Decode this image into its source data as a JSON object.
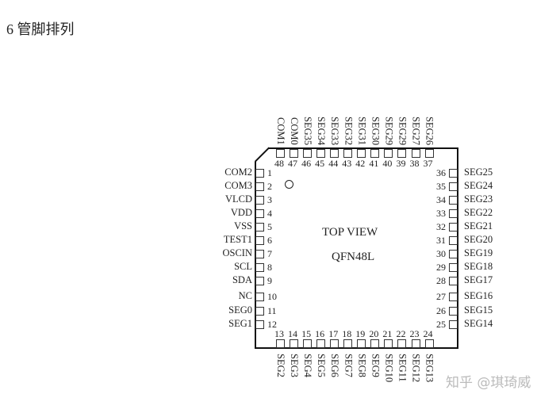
{
  "title": "6  管脚排列",
  "package": {
    "view_label": "TOP VIEW",
    "name": "QFN48L"
  },
  "pins": {
    "left": [
      {
        "num": "1",
        "name": "COM2"
      },
      {
        "num": "2",
        "name": "COM3"
      },
      {
        "num": "3",
        "name": "VLCD"
      },
      {
        "num": "4",
        "name": "VDD"
      },
      {
        "num": "5",
        "name": "VSS"
      },
      {
        "num": "6",
        "name": "TEST1"
      },
      {
        "num": "7",
        "name": "OSCIN"
      },
      {
        "num": "8",
        "name": "SCL"
      },
      {
        "num": "9",
        "name": "SDA"
      },
      {
        "num": "10",
        "name": "NC"
      },
      {
        "num": "11",
        "name": "SEG0"
      },
      {
        "num": "12",
        "name": "SEG1"
      }
    ],
    "bottom": [
      {
        "num": "13",
        "name": "SEG2"
      },
      {
        "num": "14",
        "name": "SEG3"
      },
      {
        "num": "15",
        "name": "SEG4"
      },
      {
        "num": "16",
        "name": "SEG5"
      },
      {
        "num": "17",
        "name": "SEG6"
      },
      {
        "num": "18",
        "name": "SEG7"
      },
      {
        "num": "19",
        "name": "SEG8"
      },
      {
        "num": "20",
        "name": "SEG9"
      },
      {
        "num": "21",
        "name": "SEG10"
      },
      {
        "num": "22",
        "name": "SEG11"
      },
      {
        "num": "23",
        "name": "SEG12"
      },
      {
        "num": "24",
        "name": "SEG13"
      }
    ],
    "right": [
      {
        "num": "36",
        "name": "SEG25"
      },
      {
        "num": "35",
        "name": "SEG24"
      },
      {
        "num": "34",
        "name": "SEG23"
      },
      {
        "num": "33",
        "name": "SEG22"
      },
      {
        "num": "32",
        "name": "SEG21"
      },
      {
        "num": "31",
        "name": "SEG20"
      },
      {
        "num": "30",
        "name": "SEG19"
      },
      {
        "num": "29",
        "name": "SEG18"
      },
      {
        "num": "28",
        "name": "SEG17"
      },
      {
        "num": "27",
        "name": "SEG16"
      },
      {
        "num": "26",
        "name": "SEG15"
      },
      {
        "num": "25",
        "name": "SEG14"
      }
    ],
    "top": [
      {
        "num": "48",
        "name": "COM1"
      },
      {
        "num": "47",
        "name": "COM0"
      },
      {
        "num": "46",
        "name": "SEG35"
      },
      {
        "num": "45",
        "name": "SEG34"
      },
      {
        "num": "44",
        "name": "SEG33"
      },
      {
        "num": "43",
        "name": "SEG32"
      },
      {
        "num": "42",
        "name": "SEG31"
      },
      {
        "num": "41",
        "name": "SEG30"
      },
      {
        "num": "40",
        "name": "SEG29"
      },
      {
        "num": "39",
        "name": "SEG29"
      },
      {
        "num": "38",
        "name": "SEG27"
      },
      {
        "num": "37",
        "name": "SEG26"
      }
    ]
  },
  "watermark": "知乎 @琪琦威"
}
